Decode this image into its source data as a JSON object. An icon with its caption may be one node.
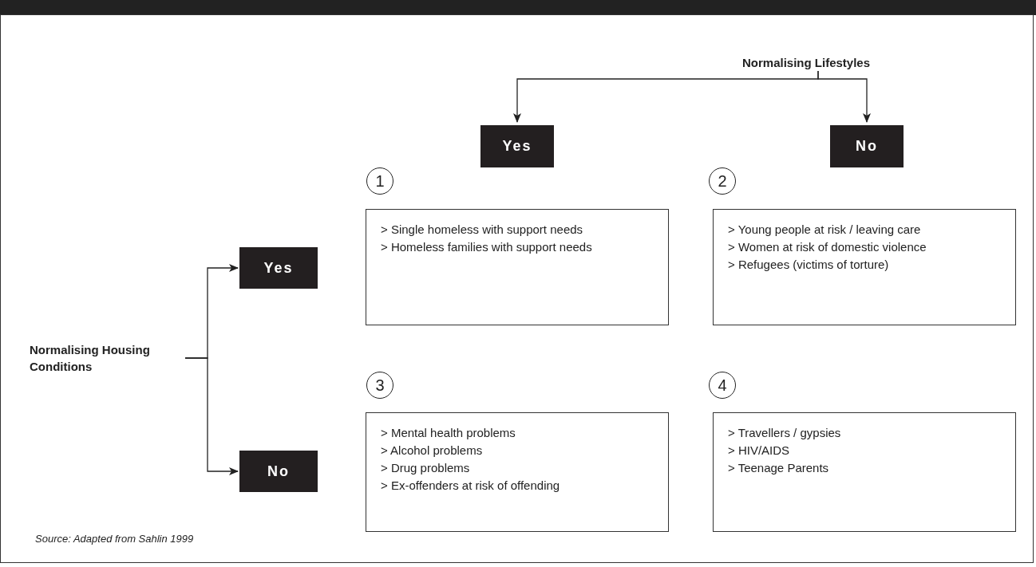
{
  "diagram": {
    "caption": "Source: Adapted from Sahlin 1999",
    "nodes": [
      {
        "text": [
          "Normalising Lifestyles"
        ]
      },
      {
        "text": [
          "Yes"
        ]
      },
      {
        "text": [
          "No"
        ]
      },
      {
        "text": [
          "Normalising Housing Conditions"
        ]
      },
      {
        "text": [
          "Yes"
        ]
      },
      {
        "text": [
          "No"
        ]
      },
      {
        "text": [
          "> Single homeless with support needs",
          "> Homeless families with support needs"
        ],
        "beside": [
          "1"
        ]
      },
      {
        "text": [
          "> Young people at risk / leaving care",
          "> Women at risk of domestic violence",
          "> Refugees (victims of torture)"
        ],
        "beside": [
          "2"
        ]
      },
      {
        "text": [
          "> Mental health problems",
          "> Alcohol problems",
          "> Drug problems",
          "> Ex-offenders at risk of offending"
        ],
        "beside": [
          "3"
        ]
      },
      {
        "text": [
          "> Travellers / gypsies",
          "> HIV/AIDS",
          "> Teenage Parents"
        ],
        "beside": [
          "4"
        ]
      }
    ],
    "edges": [
      {
        "from": 0,
        "to": 1,
        "arrow": "to"
      },
      {
        "from": 0,
        "to": 2,
        "arrow": "to"
      },
      {
        "from": 3,
        "to": 4,
        "arrow": "to"
      },
      {
        "from": 3,
        "to": 5,
        "arrow": "to"
      }
    ]
  }
}
